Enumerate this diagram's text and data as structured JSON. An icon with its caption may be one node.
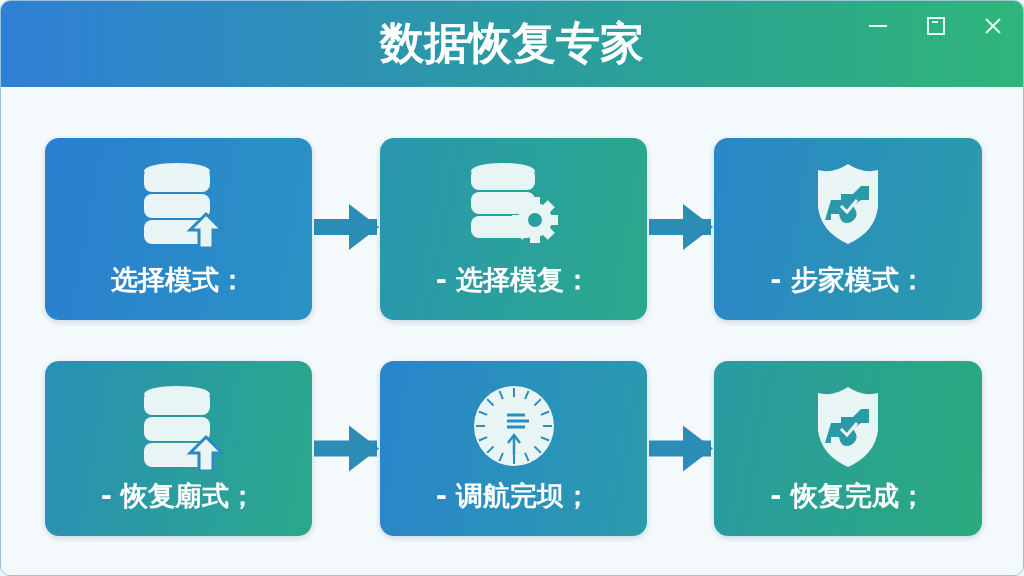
{
  "diagram": {
    "title": "数据恢复专家",
    "nodes": [
      {
        "text": [
          "选择模式："
        ]
      },
      {
        "text": [
          "- 选择模复："
        ]
      },
      {
        "text": [
          "- 步家模式："
        ]
      },
      {
        "text": [
          "- 恢复廟式；"
        ]
      },
      {
        "text": [
          "- 调航完坝；"
        ]
      },
      {
        "text": [
          "- 恢复完成；"
        ]
      }
    ],
    "edges": [
      {
        "from": 0,
        "to": 1,
        "arrow": "to"
      },
      {
        "from": 1,
        "to": 2,
        "arrow": "to"
      },
      {
        "from": 3,
        "to": 4,
        "arrow": "to"
      },
      {
        "from": 4,
        "to": 5,
        "arrow": "to"
      }
    ]
  }
}
